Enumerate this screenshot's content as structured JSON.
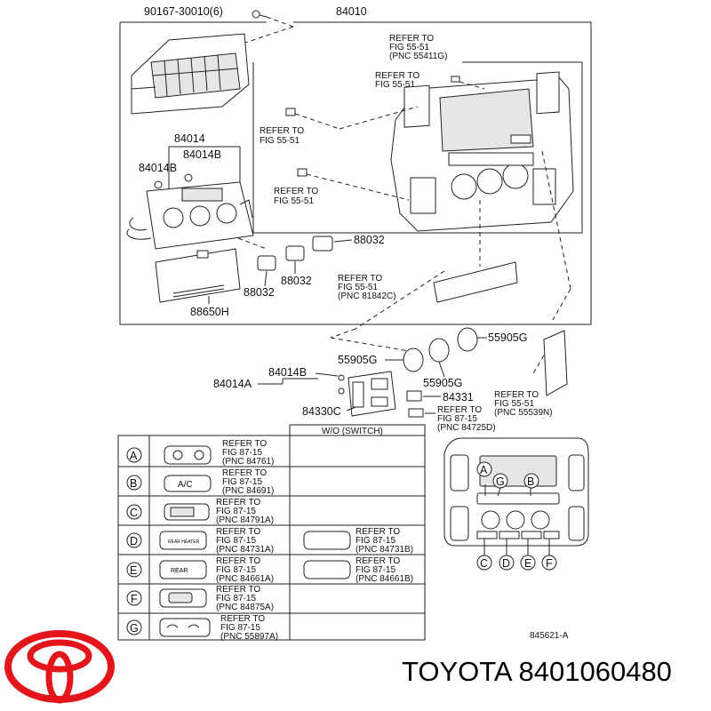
{
  "colors": {
    "logo_red": "#e3161c",
    "line": "#222222"
  },
  "brand": {
    "name": "TOYOTA",
    "part_number": "8401060480",
    "logo": "toyota-logo-icon"
  },
  "labels": {
    "bolt": "90167-30010(6)",
    "main": "84010",
    "p84014": "84014",
    "p84014B_top": "84014B",
    "p84014B_left": "84014B",
    "p88032_right": "88032",
    "p88032_mid": "88032",
    "p88032_left": "88032",
    "p88650H": "88650H",
    "p55905G_top": "55905G",
    "p55905G_left": "55905G",
    "p55905G_mid": "55905G",
    "p84014A": "84014A",
    "p84014B_mid": "84014B",
    "p84331": "84331",
    "p84330C": "84330C",
    "figure_code": "845621-A"
  },
  "refs": {
    "r1": [
      "REFER TO",
      "FIG 55-51",
      "(PNC 55411G)"
    ],
    "r2": [
      "REFER TO",
      "FIG 55-51"
    ],
    "r3": [
      "REFER TO",
      "FIG 55-51"
    ],
    "r4": [
      "REFER TO",
      "FIG 55-51"
    ],
    "r5": [
      "REFER TO",
      "FIG 55-51",
      "(PNC 81842C)"
    ],
    "r6": [
      "REFER TO",
      "FIG 55-51",
      "(PNC 55539N)"
    ],
    "r7": [
      "REFER TO",
      "FIG 87-15",
      "(PNC 84725D)"
    ]
  },
  "table": {
    "col_header": "W/O (SWITCH)",
    "rows": [
      {
        "key": "A",
        "switch_text": "",
        "ref": [
          "REFER TO",
          "FIG 87-15",
          "(PNC 84761)"
        ]
      },
      {
        "key": "B",
        "switch_text": "A/C",
        "ref": [
          "REFER TO",
          "FIG 87-15",
          "(PNC 84691)"
        ]
      },
      {
        "key": "C",
        "switch_text": "",
        "ref": [
          "REFER TO",
          "FIG 87-15",
          "(PNC 84791A)"
        ]
      },
      {
        "key": "D",
        "switch_text": "REAR HEATER",
        "ref": [
          "REFER TO",
          "FIG 87-15",
          "(PNC 84731A)"
        ],
        "wo_ref": [
          "REFER TO",
          "FIG 87-15",
          "(PNC 84731B)"
        ]
      },
      {
        "key": "E",
        "switch_text": "REAR",
        "ref": [
          "REFER TO",
          "FIG 87-15",
          "(PNC 84661A)"
        ],
        "wo_ref": [
          "REFER TO",
          "FIG 87-15",
          "(PNC 84661B)"
        ]
      },
      {
        "key": "F",
        "switch_text": "",
        "ref": [
          "REFER TO",
          "FIG 87-15",
          "(PNC 84875A)"
        ]
      },
      {
        "key": "G",
        "switch_text": "",
        "ref": [
          "REFER TO",
          "FIG 87-15",
          "(PNC 55897A)"
        ]
      }
    ]
  },
  "legend_keys": [
    "A",
    "B",
    "C",
    "D",
    "E",
    "F",
    "G"
  ]
}
